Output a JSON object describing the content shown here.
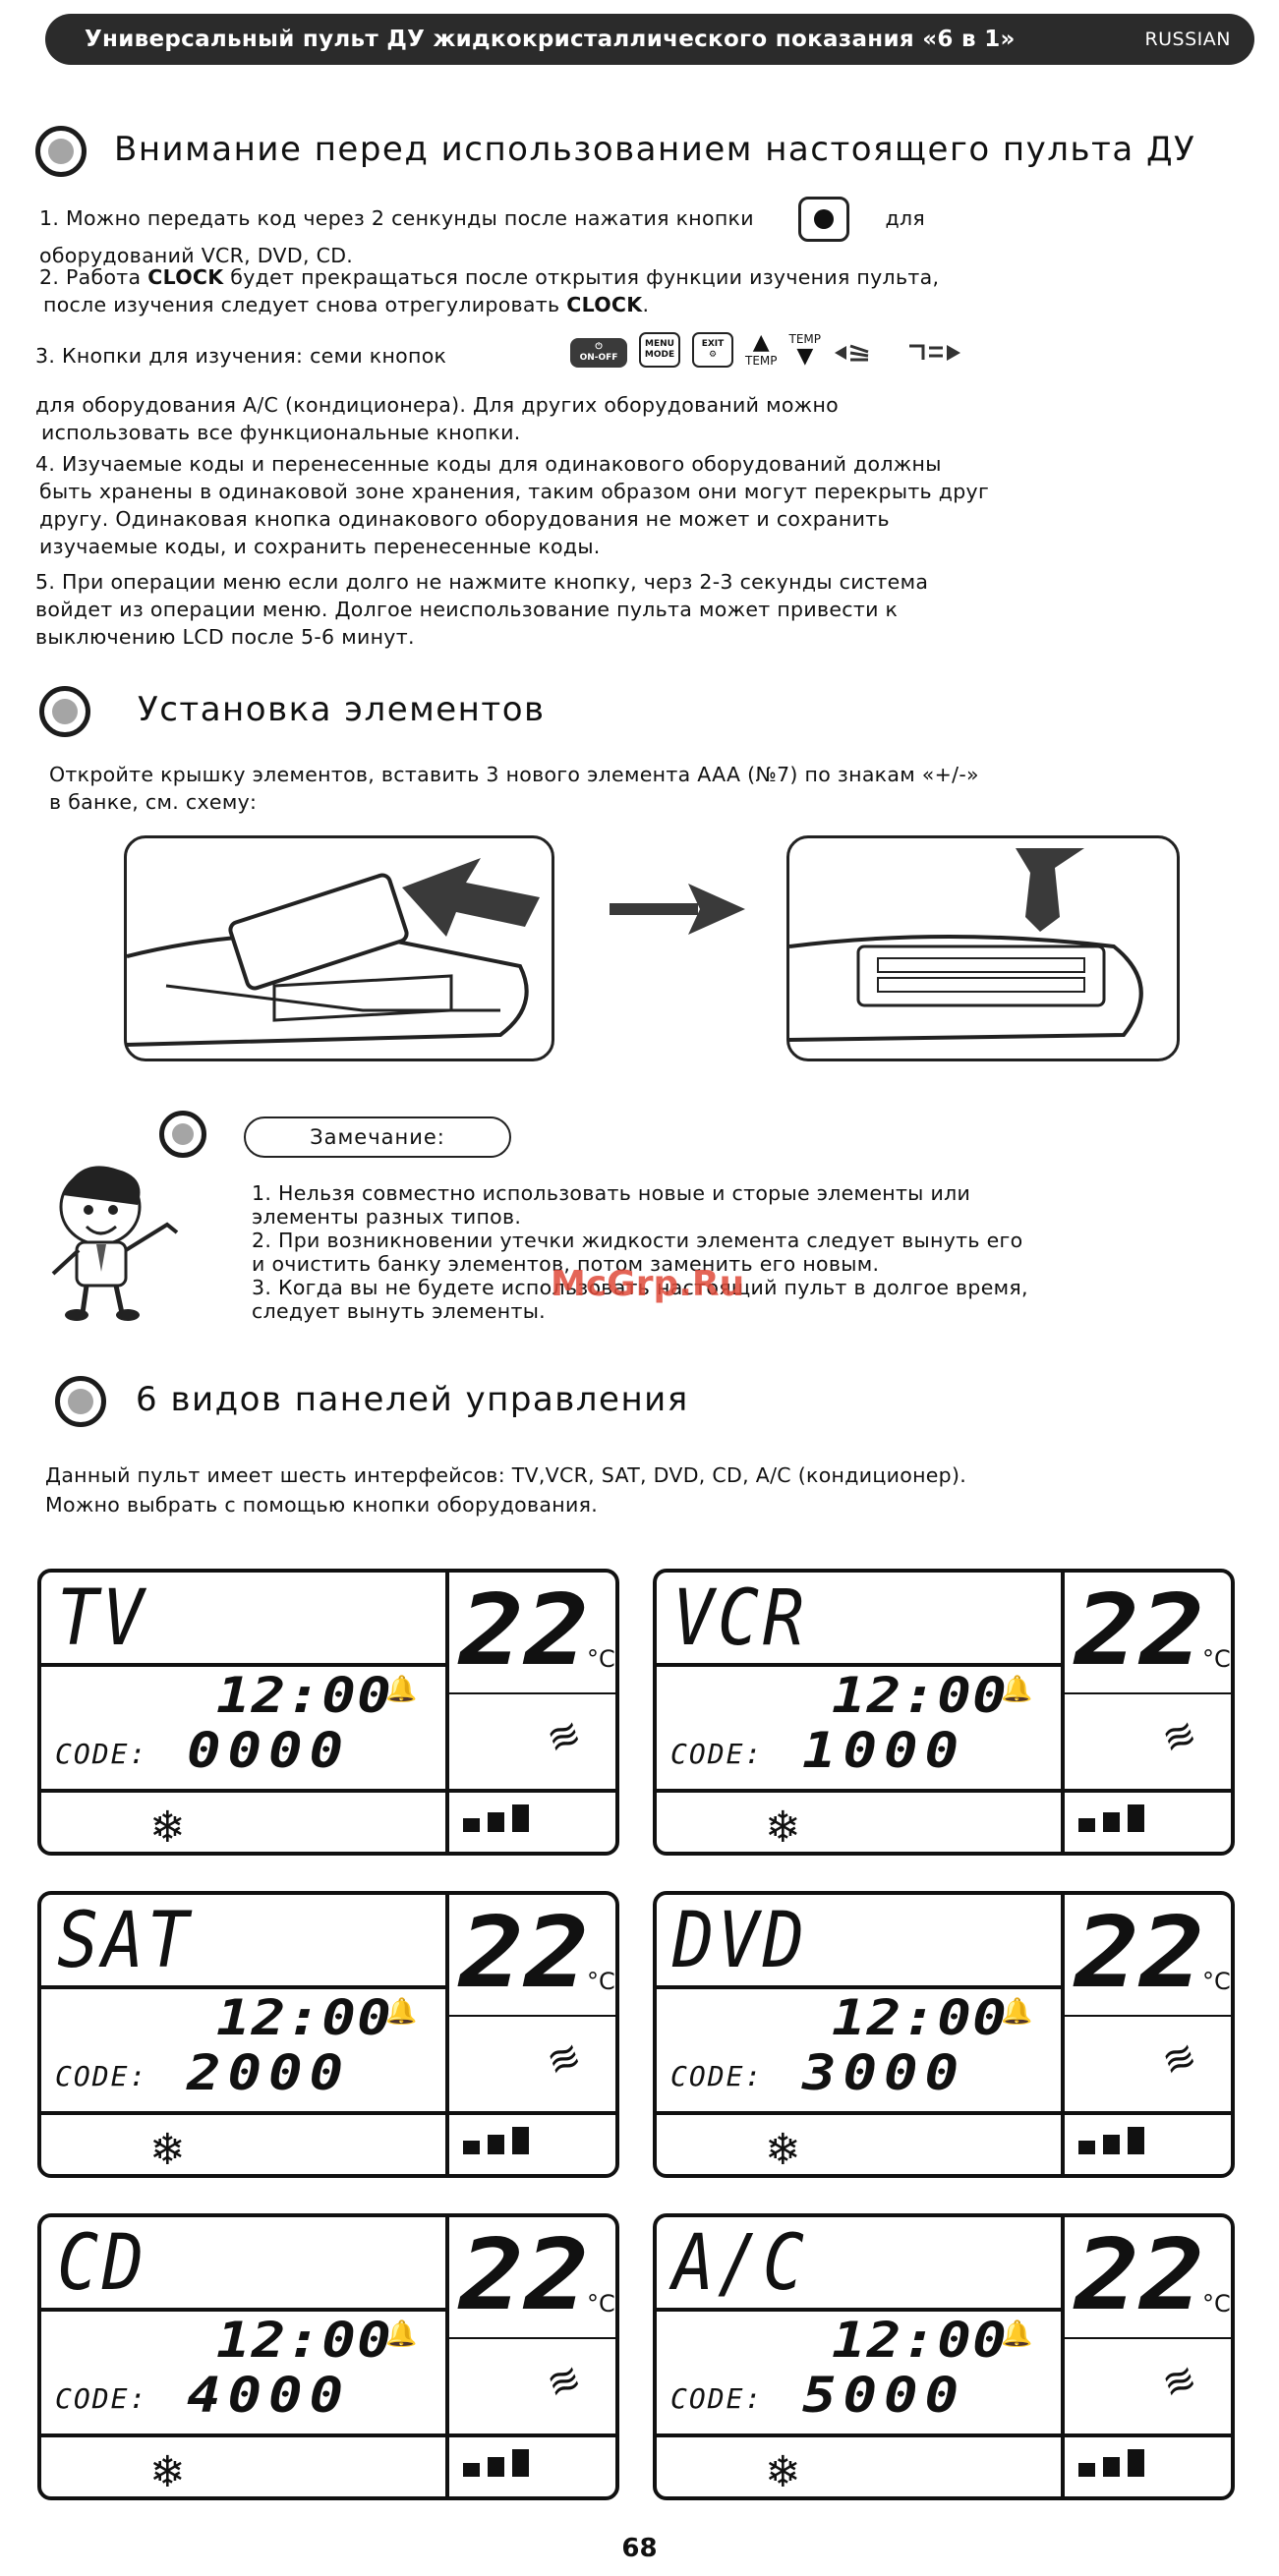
{
  "header": {
    "title": "Универсальный пульт ДУ жидкокристаллического показания «6 в 1»",
    "lang": "RUSSIAN"
  },
  "section1": {
    "heading": "Внимание перед использованием настоящего пульта ДУ",
    "p1": {
      "a": "1. Можно передать код через 2 сенкунды после нажатия кнопки",
      "b": "для",
      "c": "оборудований VCR, DVD, CD."
    },
    "p2": {
      "a": "2. Работа ",
      "clock": "CLOCK",
      "b": " будет прекращаться после открытия функции изучения пульта,",
      "c": "после изучения следует снова отрегулировать ",
      "d": "."
    },
    "p3": {
      "a": "3. Кнопки для изучения: семи кнопок",
      "b": "для оборудования A/C (кондиционера). Для других оборудований можно",
      "c": "использовать все функциональные кнопки."
    },
    "learn_keys": {
      "onoff": "ON-OFF",
      "menu": "MENU",
      "mode": "MODE",
      "exit": "EXIT",
      "temp": "TEMP",
      "up": "▲",
      "down": "▼"
    },
    "p4": [
      "4. Изучаемые коды и перенесенные коды для одинакового оборудований должны",
      "быть хранены в одинаковой зоне хранения, таким образом они могут перекрыть друг",
      "другу. Одинаковая кнопка одинакового оборудования не может и сохранить",
      "изучаемые коды, и сохранить перенесенные коды."
    ],
    "p5": [
      "5. При операции меню если долго не нажмите кнопку, черз 2-3 секунды система",
      "войдет из операции меню. Долгое неиспользование пульта может привести к",
      "выключению LCD после 5-6 минут."
    ]
  },
  "section2": {
    "heading": "Установка элементов",
    "text": [
      "Откройте крышку элементов, вставить 3 нового элемента AAA (№7) по знакам «+/-»",
      "в банке, см. схему:"
    ],
    "note_label": "Замечание:",
    "notes": [
      "1. Нельзя совместно использовать новые и сторые элементы или",
      "элементы разных типов.",
      "2. При возникновении утечки жидкости элемента следует вынуть его",
      " и очистить банку элементов, потом заменить его новым.",
      "3. Когда вы не будете использовать настоящий пульт в долгое время,",
      "следует вынуть элементы."
    ]
  },
  "watermark": "McGrp.Ru",
  "section3": {
    "heading": "6 видов панелей управления",
    "text": [
      "Данный пульт имеет шесть интерфейсов: TV,VCR, SAT, DVD, CD, A/C (кондиционер).",
      "Можно выбрать с помощью кнопки оборудования."
    ]
  },
  "lcd_common": {
    "time": "12:00",
    "code_label": "CODE:",
    "temp": "22",
    "unit": "°C",
    "snowflake": "❄",
    "bell": "🔔",
    "fan": "≋"
  },
  "panels": [
    {
      "mode": "TV",
      "code": "0000"
    },
    {
      "mode": "VCR",
      "code": "1000"
    },
    {
      "mode": "SAT",
      "code": "2000"
    },
    {
      "mode": "DVD",
      "code": "3000"
    },
    {
      "mode": "CD",
      "code": "4000"
    },
    {
      "mode": "A/C",
      "code": "5000"
    }
  ],
  "page_number": "68",
  "colors": {
    "header_bg": "#2b2b2b",
    "bullet_dot": "#a5a5a5",
    "watermark": "#e04b3a"
  }
}
